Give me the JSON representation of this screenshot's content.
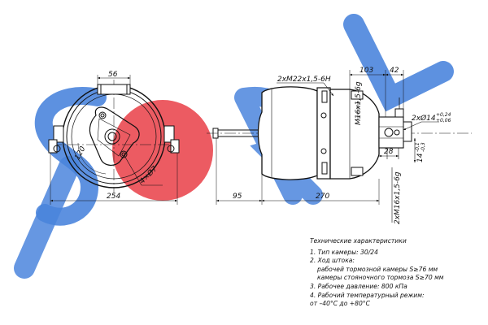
{
  "watermark": {
    "text": "SORL",
    "colors": {
      "blue": "#2a6fd6",
      "red": "#e8343c"
    }
  },
  "front_view": {
    "width_dim": "254",
    "bolt_spacing_dim": "56",
    "pcd_dim": "120",
    "holes_dim": "4×Ø7"
  },
  "side_view": {
    "push_rod_dim": "95",
    "body_length_dim": "270",
    "port_dim": "2xM22x1,5-6H",
    "fork_offset_dim": "103",
    "clevis_dim": "42",
    "stud_thread_dim": "M16x1,5-6g",
    "pin_hole_dim": "2xØ14",
    "pin_hole_tol_upper": "+0,24",
    "pin_hole_tol_lower": "+0,06",
    "fork_width_dim": "28",
    "fork_thickness_dim": "14",
    "fork_thickness_tol_upper": "-0,1",
    "fork_thickness_tol_lower": "-0,3",
    "mount_thread_dim": "2xM16x1,5-6g"
  },
  "specs": {
    "title": "Технические характеристики",
    "lines": [
      "1. Тип камеры: 30/24",
      "2. Ход штока:",
      "рабочей тормозной камеры  S≥76 мм",
      "камеры стояночного тормоза  S≥70 мм",
      "3. Рабочее давление: 800 кПа",
      "4. Рабочий температурный режим:",
      "от –40°С до +80°С"
    ]
  }
}
